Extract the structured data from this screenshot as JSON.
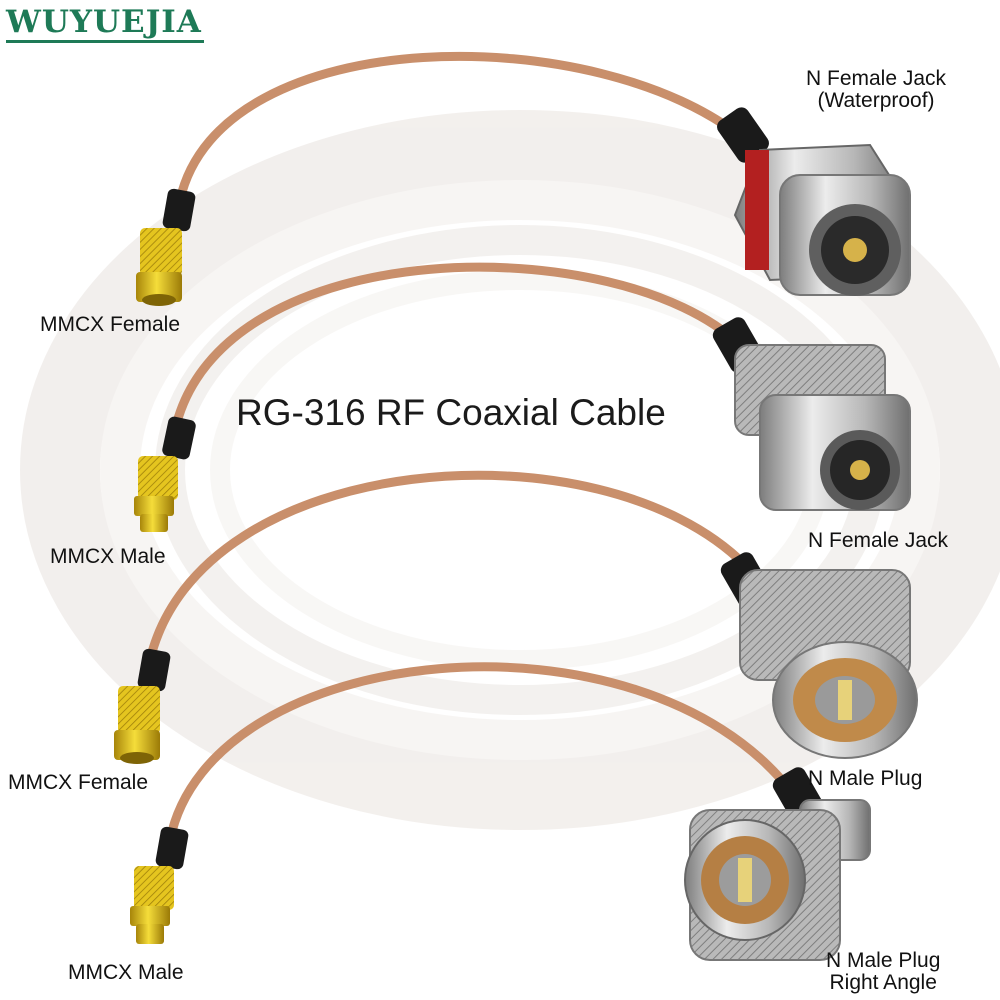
{
  "brand": {
    "name": "WUYUEJIA",
    "color": "#1e7a57"
  },
  "headline": "RG-316 RF Coaxial Cable",
  "colors": {
    "cable": "#c98f6b",
    "mmcx_gold": "#e0c21c",
    "boot_black": "#1a1a1a",
    "nickel": "#c9c9c9",
    "gasket_red": "#b32020"
  },
  "labels": {
    "left": [
      "MMCX Female",
      "MMCX Male",
      "MMCX Female",
      "MMCX Male"
    ],
    "right_1_line1": "N Female Jack",
    "right_1_line2": "(Waterproof)",
    "right_2": "N Female Jack",
    "right_3": "N Male Plug",
    "right_4_line1": "N Male Plug",
    "right_4_line2": "Right Angle"
  }
}
